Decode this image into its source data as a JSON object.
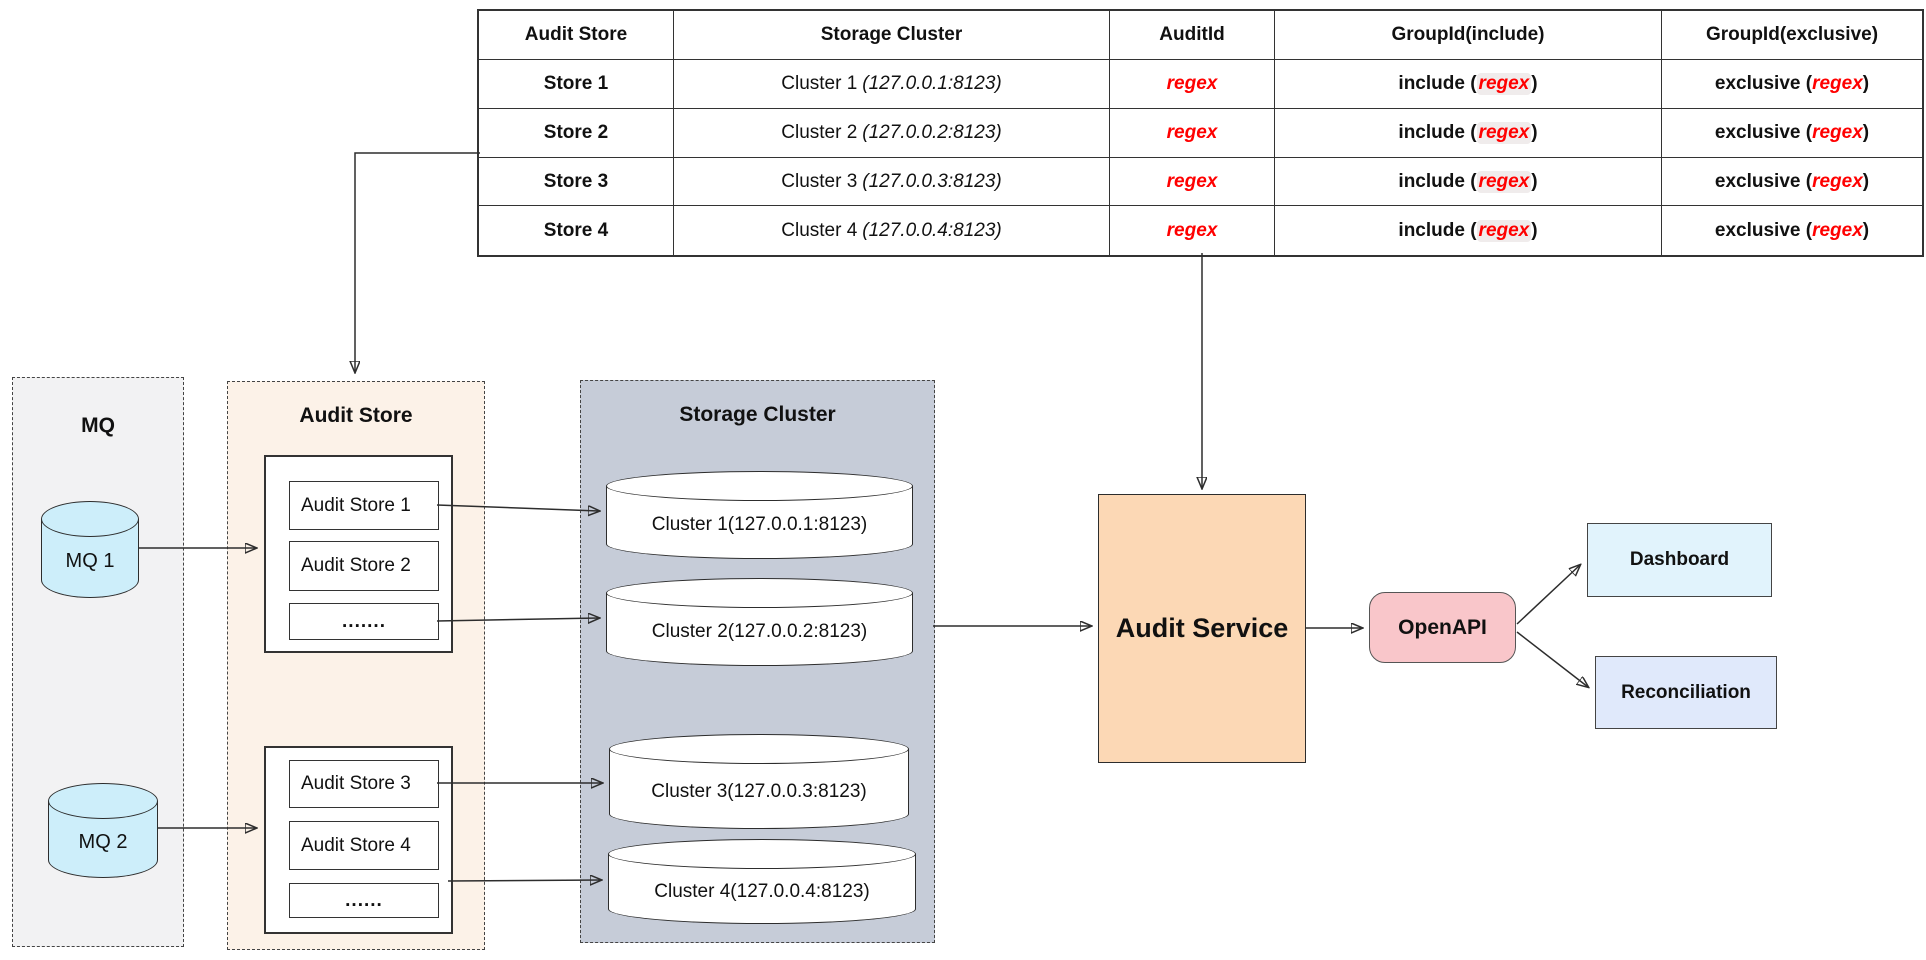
{
  "table": {
    "headers": [
      "Audit Store",
      "Storage Cluster",
      "AuditId",
      "GroupId(include)",
      "GroupId(exclusive)"
    ],
    "rows": [
      {
        "store": "Store 1",
        "cluster": "Cluster 1",
        "cluster_ip": "(127.0.0.1:8123)",
        "audit_id": "regex",
        "include_prefix": "include (",
        "include_regex": "regex",
        "include_suffix": ")",
        "exclusive_prefix": "exclusive (",
        "exclusive_regex": "regex",
        "exclusive_suffix": ")"
      },
      {
        "store": "Store 2",
        "cluster": "Cluster 2",
        "cluster_ip": "(127.0.0.2:8123)",
        "audit_id": "regex",
        "include_prefix": "include (",
        "include_regex": "regex",
        "include_suffix": ")",
        "exclusive_prefix": "exclusive (",
        "exclusive_regex": "regex",
        "exclusive_suffix": ")"
      },
      {
        "store": "Store 3",
        "cluster": "Cluster 3",
        "cluster_ip": "(127.0.0.3:8123)",
        "audit_id": "regex",
        "include_prefix": "include (",
        "include_regex": "regex",
        "include_suffix": ")",
        "exclusive_prefix": "exclusive (",
        "exclusive_regex": "regex",
        "exclusive_suffix": ")"
      },
      {
        "store": "Store 4",
        "cluster": "Cluster 4",
        "cluster_ip": "(127.0.0.4:8123)",
        "audit_id": "regex",
        "include_prefix": "include (",
        "include_regex": "regex",
        "include_suffix": ")",
        "exclusive_prefix": "exclusive (",
        "exclusive_regex": "regex",
        "exclusive_suffix": ")"
      }
    ]
  },
  "mq": {
    "title": "MQ",
    "node1": "MQ 1",
    "node2": "MQ 2"
  },
  "audit_store": {
    "title": "Audit Store",
    "box1": "Audit Store 1",
    "box2": "Audit Store 2",
    "dots1": ".......",
    "box3": "Audit Store 3",
    "box4": "Audit Store 4",
    "dots2": "......"
  },
  "storage_cluster": {
    "title": "Storage Cluster",
    "cluster1": "Cluster 1(127.0.0.1:8123)",
    "cluster2": "Cluster 2(127.0.0.2:8123)",
    "cluster3": "Cluster 3(127.0.0.3:8123)",
    "cluster4": "Cluster 4(127.0.0.4:8123)"
  },
  "service": {
    "label": "Audit Service"
  },
  "openapi": {
    "label": "OpenAPI"
  },
  "dashboard": {
    "label": "Dashboard"
  },
  "reconciliation": {
    "label": "Reconciliation"
  },
  "colors": {
    "regex_red": "#ff0000",
    "mq_container_fill": "#f2f2f3",
    "audit_store_container_fill": "#fcf2e8",
    "storage_cluster_container_fill": "#c6ccd8",
    "mq_cylinder_fill": "#cdeefa",
    "audit_service_fill": "#fcd8b5",
    "openapi_fill": "#f9c6ca",
    "dashboard_fill": "#e1f3fc",
    "reconciliation_fill": "#e0e9fb"
  }
}
